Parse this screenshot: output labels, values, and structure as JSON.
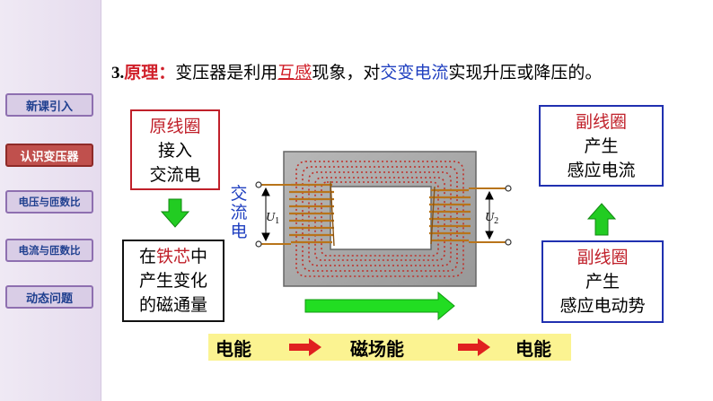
{
  "sidebar": {
    "items": [
      {
        "label": "新课引入",
        "active": false
      },
      {
        "label": "认识变压器",
        "active": true
      },
      {
        "label": "电压与匝数比",
        "active": false
      },
      {
        "label": "电流与匝数比",
        "active": false
      },
      {
        "label": "动态问题",
        "active": false
      }
    ]
  },
  "heading": {
    "number": "3.",
    "keyword": "原理",
    "colon": "：",
    "part1": "变压器是利用",
    "highlight1": "互感",
    "part2": "现象，对",
    "highlight2": "交变电流",
    "part3": "实现升压或降压的。"
  },
  "boxes": {
    "primary": {
      "title": "原线圈",
      "line2": "接入",
      "line3": "交流电"
    },
    "core": {
      "pre": "在",
      "highlight": "铁芯",
      "post": "中",
      "line2": "产生变化",
      "line3": "的磁通量"
    },
    "secondary_current": {
      "title": "副线圈",
      "line2": "产生",
      "line3": "感应电流"
    },
    "secondary_emf": {
      "title": "副线圈",
      "line2": "产生",
      "line3": "感应电动势"
    }
  },
  "diagram": {
    "ac_label": [
      "交",
      "流",
      "电"
    ],
    "u1_label": "U",
    "u1_sub": "1",
    "u2_label": "U",
    "u2_sub": "2"
  },
  "energy_flow": {
    "stage1": "电能",
    "stage2": "磁场能",
    "stage3": "电能"
  },
  "colors": {
    "red": "#c0202a",
    "blue": "#2030b0",
    "green_arrow": "#22cc22",
    "red_arrow": "#e02020",
    "energy_bg": "#fbf391",
    "core_grey": "#a8a8a8",
    "coil_copper": "#b8741a",
    "nav_active": "#c0504d"
  }
}
